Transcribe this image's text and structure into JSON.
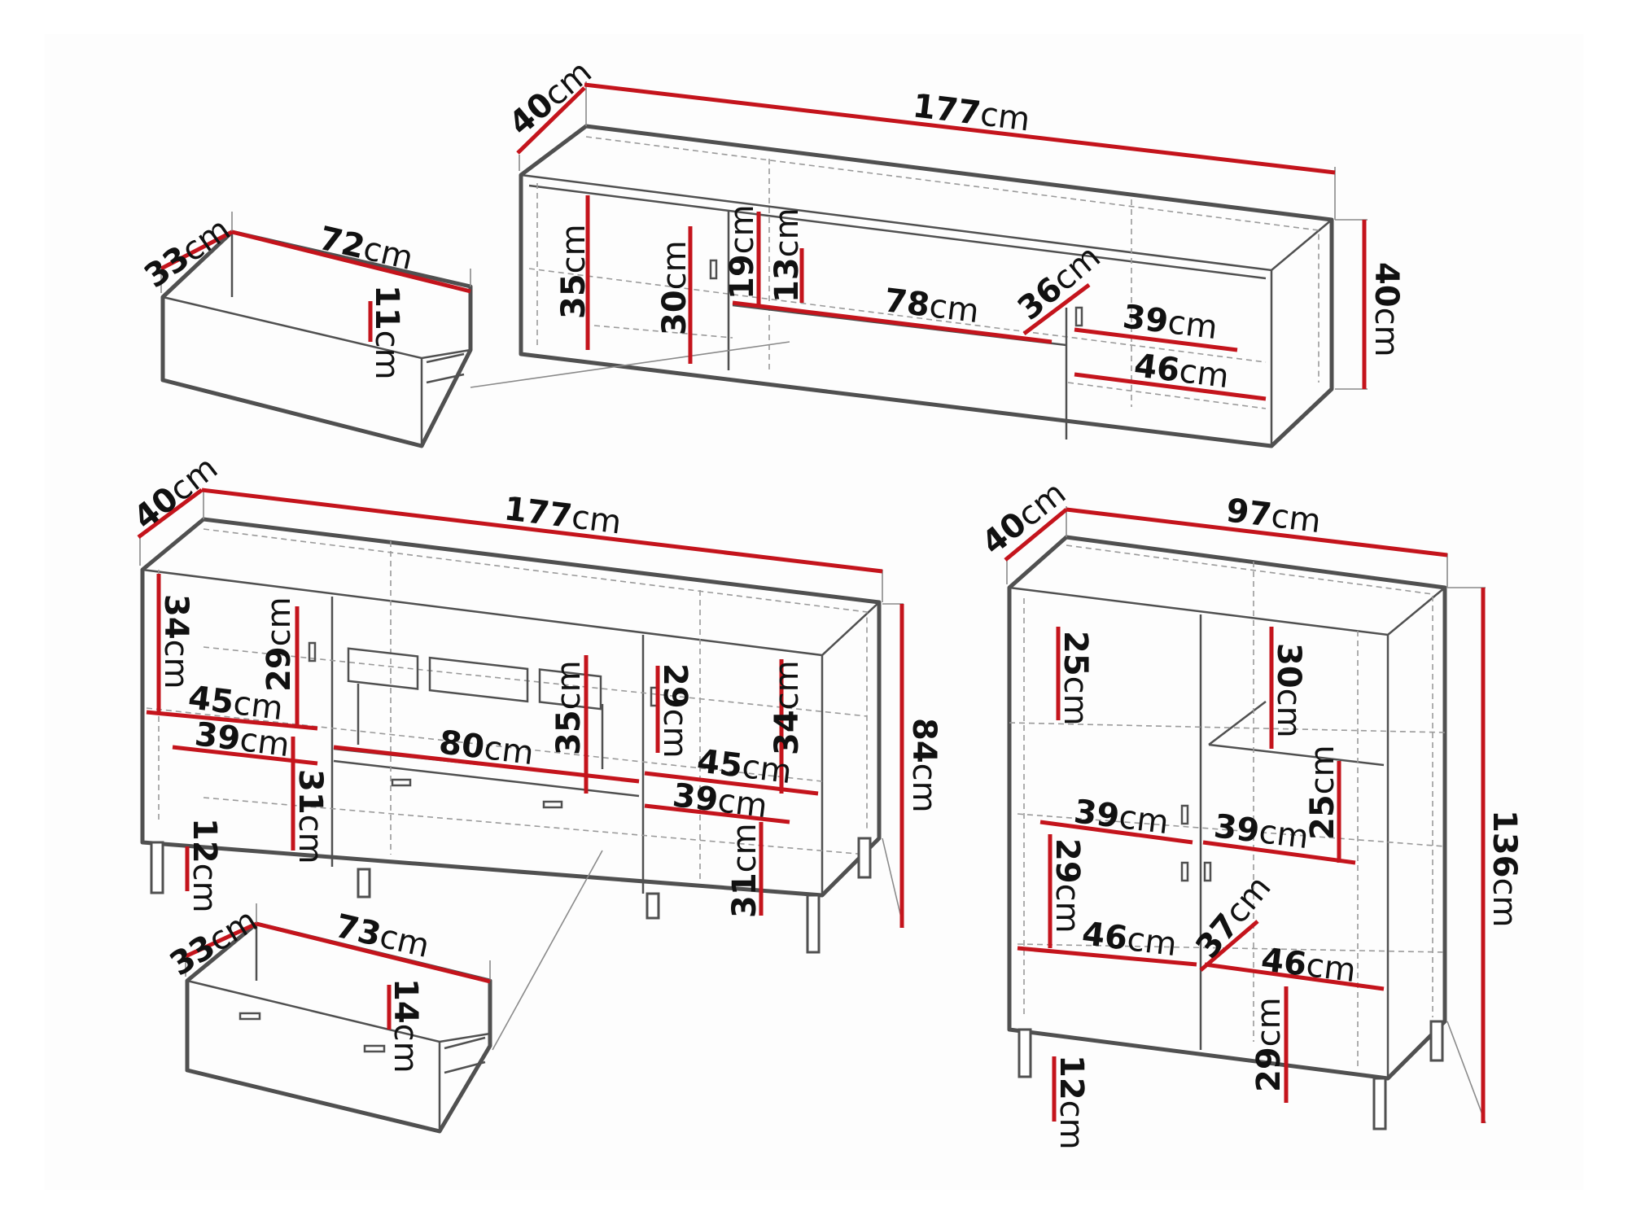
{
  "colors": {
    "dimension_line": "#c4141c",
    "outline": "#505050",
    "hidden_line": "#9a9a9a",
    "background": "#ffffff"
  },
  "unit": "cm",
  "tv_unit": {
    "name": "",
    "width": "177",
    "depth": "40",
    "height": "40",
    "compartments": [
      "35",
      "30",
      "19",
      "13",
      "78",
      "36",
      "39",
      "46"
    ],
    "drawer": {
      "depth": "33",
      "width": "72",
      "height": "11"
    }
  },
  "sideboard": {
    "name": "",
    "width": "177",
    "depth": "40",
    "height": "84",
    "compartments": [
      "34",
      "29",
      "45",
      "39",
      "31",
      "12",
      "80",
      "35",
      "29",
      "34",
      "45",
      "39",
      "31"
    ],
    "drawer": {
      "depth": "33",
      "width": "73",
      "height": "14"
    }
  },
  "highboard": {
    "name": "",
    "width": "97",
    "depth": "40",
    "height": "136",
    "compartments": [
      "25",
      "30",
      "25",
      "39",
      "39",
      "29",
      "46",
      "37",
      "46",
      "29",
      "12"
    ]
  }
}
